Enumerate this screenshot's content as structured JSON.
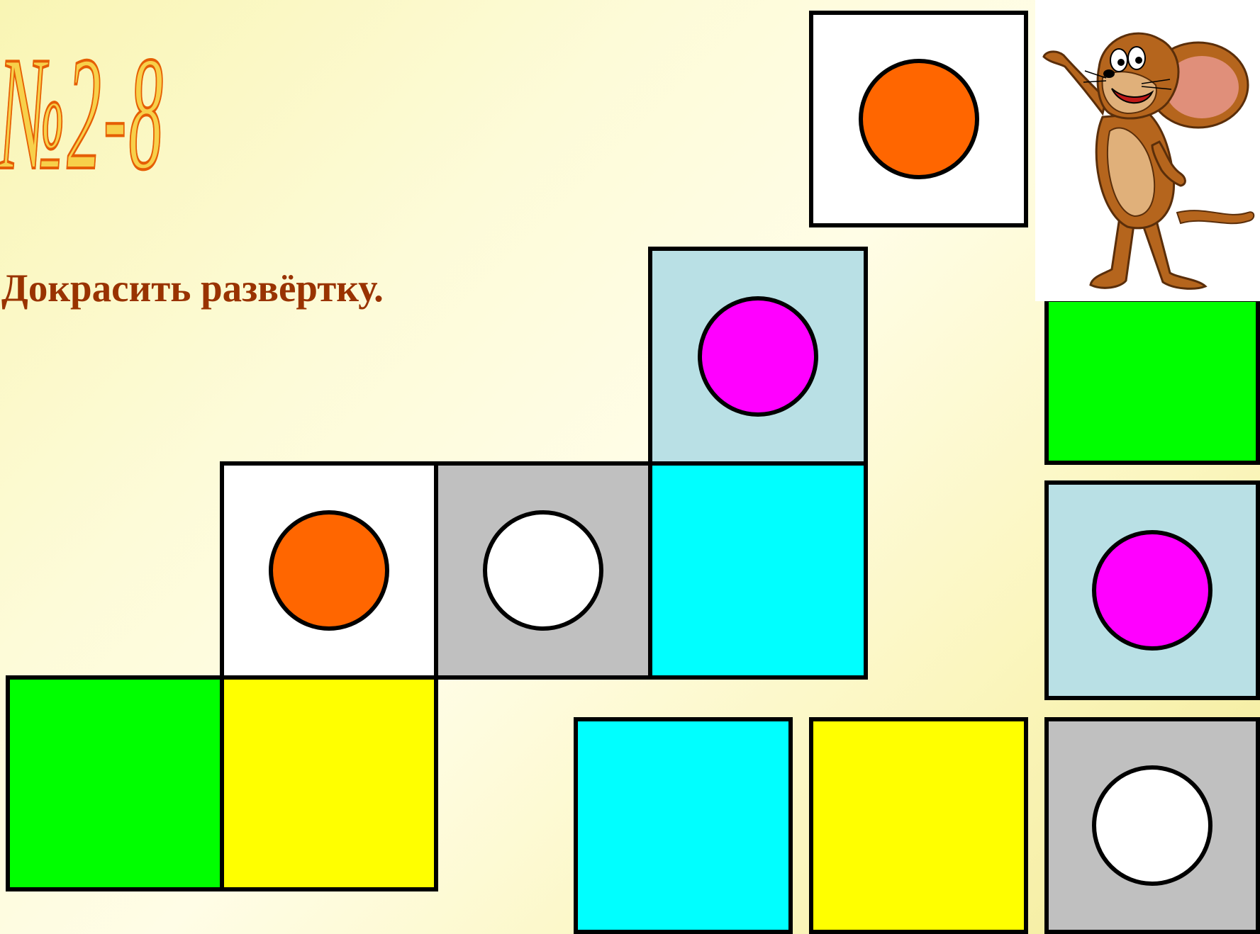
{
  "slide": {
    "title": "№2-8",
    "instruction": "Докрасить развёртку."
  },
  "colors": {
    "green": "#00ff00",
    "yellow": "#ffff00",
    "cyan": "#00ffff",
    "light_blue": "#b9e0e5",
    "gray": "#c0c0c0",
    "white": "#ffffff",
    "orange": "#ff6600",
    "magenta": "#ff00ff",
    "title_orange": "#fb8c1d",
    "text_brown": "#993300"
  },
  "net_faces": [
    {
      "id": "net-green",
      "fill": "green",
      "dot": null
    },
    {
      "id": "net-yellow",
      "fill": "yellow",
      "dot": null
    },
    {
      "id": "net-white-orange",
      "fill": "white",
      "dot": "orange"
    },
    {
      "id": "net-gray-white",
      "fill": "gray",
      "dot": "white"
    },
    {
      "id": "net-cyan",
      "fill": "cyan",
      "dot": null
    },
    {
      "id": "net-lightblue-magenta",
      "fill": "light_blue",
      "dot": "magenta"
    }
  ],
  "palette_tiles": [
    {
      "id": "tile-white-orange",
      "fill": "white",
      "dot": "orange"
    },
    {
      "id": "tile-green",
      "fill": "green",
      "dot": null
    },
    {
      "id": "tile-lightblue-magenta",
      "fill": "light_blue",
      "dot": "magenta"
    },
    {
      "id": "tile-cyan",
      "fill": "cyan",
      "dot": null
    },
    {
      "id": "tile-yellow",
      "fill": "yellow",
      "dot": null
    },
    {
      "id": "tile-gray-white",
      "fill": "gray",
      "dot": "white"
    }
  ],
  "mascot": {
    "icon": "cartoon-mouse-icon"
  }
}
